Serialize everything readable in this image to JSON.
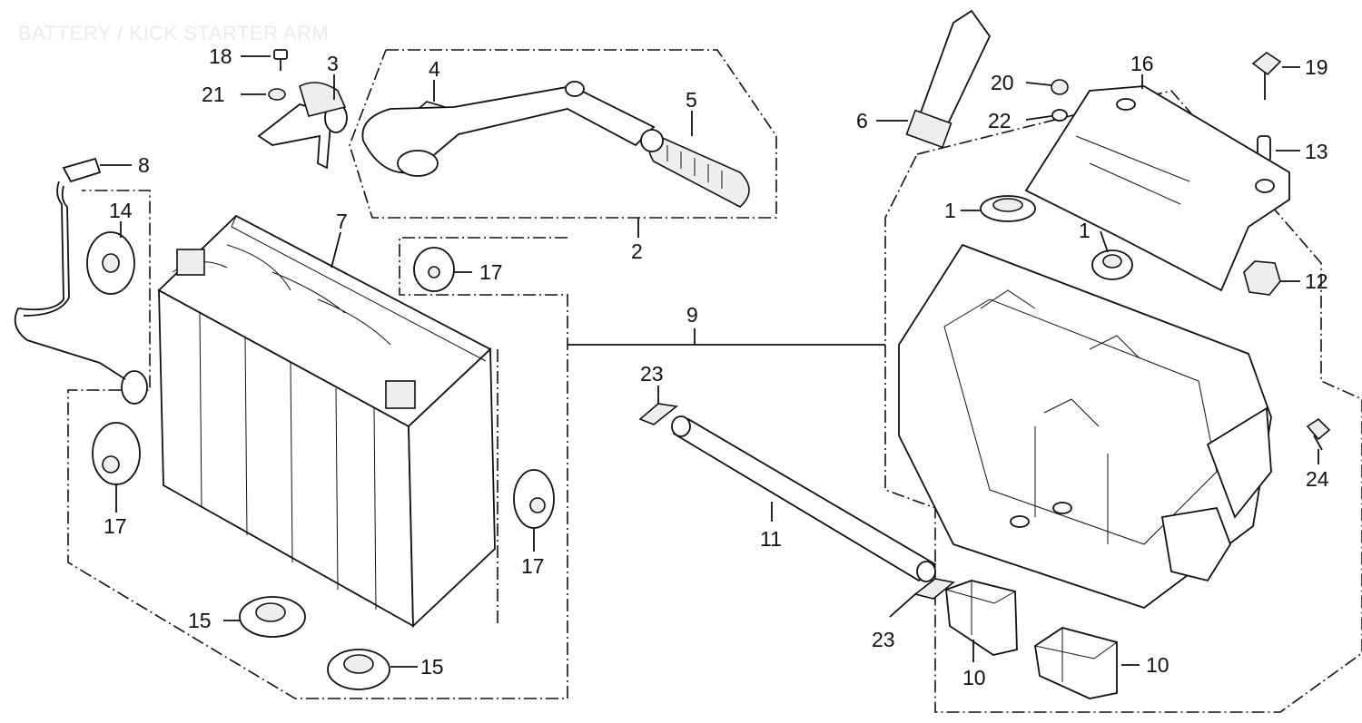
{
  "title": "BATTERY / KICK STARTER ARM",
  "callouts": {
    "c1a": "1",
    "c1b": "1",
    "c2": "2",
    "c3": "3",
    "c4": "4",
    "c5": "5",
    "c6": "6",
    "c7": "7",
    "c8": "8",
    "c9": "9",
    "c10a": "10",
    "c10b": "10",
    "c11": "11",
    "c12": "12",
    "c13": "13",
    "c14": "14",
    "c15a": "15",
    "c15b": "15",
    "c16": "16",
    "c17a": "17",
    "c17b": "17",
    "c17c": "17",
    "c18": "18",
    "c19": "19",
    "c20": "20",
    "c21": "21",
    "c22": "22",
    "c23a": "23",
    "c23b": "23",
    "c24": "24"
  }
}
